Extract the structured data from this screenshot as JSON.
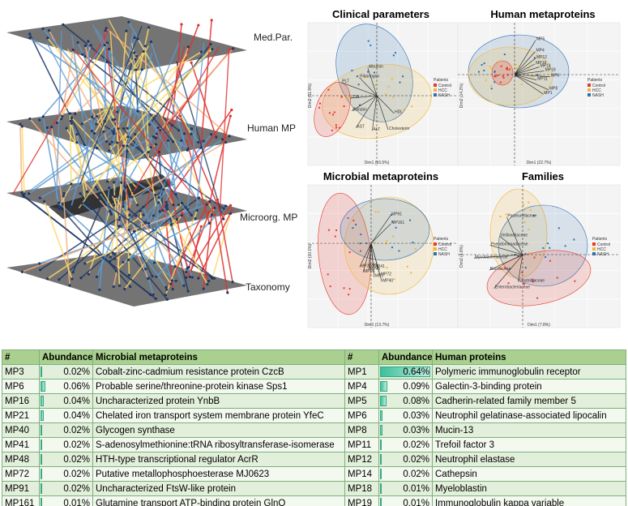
{
  "network": {
    "layers": [
      "Med.Par.",
      "Human MP",
      "Microorg. MP",
      "Taxonomy"
    ],
    "edge_colors": {
      "blue": "#5b9bd5",
      "yellow": "#ffd966",
      "orange": "#f4b183",
      "red": "#e0302e",
      "darkblue": "#1f3864"
    }
  },
  "chart_data": [
    {
      "type": "scatter",
      "title": "Clinical parameters",
      "xlabel": "Dim1 (16.5%)",
      "ylabel": "Dim2 (11.9%)",
      "legend_title": "Patients",
      "legend": [
        "Control",
        "HCC",
        "NASH"
      ],
      "colors": {
        "Control": "#e8392d",
        "HCC": "#f2b632",
        "NASH": "#2f6fb3"
      },
      "vectors": [
        "Albumin",
        "Fibrinogen",
        "PLT",
        "LDH",
        "Bilirubin",
        "AST",
        "ALT",
        "Cholesterin",
        "HDL"
      ]
    },
    {
      "type": "scatter",
      "title": "Human metaproteins",
      "xlabel": "Dim1 (22.7%)",
      "ylabel": "Dim2 (14.2%)",
      "legend_title": "Patients",
      "legend": [
        "Control",
        "HCC",
        "NASH"
      ],
      "colors": {
        "Control": "#e8392d",
        "HCC": "#f2b632",
        "NASH": "#2f6fb3"
      },
      "vectors": [
        "MP1",
        "MP8",
        "MP11",
        "MP6",
        "MP18",
        "MP14",
        "MP19",
        "MP12",
        "MP4",
        "MP5"
      ]
    },
    {
      "type": "scatter",
      "title": "Microbial metaproteins",
      "xlabel": "Dim1 (13.7%)",
      "ylabel": "Dim2 (10.1%)",
      "legend_title": "Patients",
      "legend": [
        "Control",
        "HCC",
        "NASH"
      ],
      "colors": {
        "Control": "#e8392d",
        "HCC": "#f2b632",
        "NASH": "#2f6fb3"
      },
      "vectors": [
        "MP72",
        "MP3",
        "MP6",
        "MP16",
        "MP21",
        "MP40",
        "MP41",
        "MP48",
        "MP91",
        "MP161"
      ]
    },
    {
      "type": "scatter",
      "title": "Families",
      "xlabel": "Dim1 (7.8%)",
      "ylabel": "Dim2 (4.8%)",
      "legend_title": "Patients",
      "legend": [
        "Control",
        "HCC",
        "NASH"
      ],
      "colors": {
        "Control": "#e8392d",
        "HCC": "#f2b632",
        "NASH": "#2f6fb3"
      },
      "vectors": [
        "Pasteurellaceae",
        "Veillonellaceae",
        "Pseudomonadaceae",
        "Mycobacteriaceae",
        "Bacillaceae",
        "Enterobacteriaceae",
        "Clostridiaceae"
      ]
    },
    {
      "type": "table",
      "columns": [
        "#",
        "Abundance",
        "Microbial metaproteins",
        "#",
        "Abundance",
        "Human proteins"
      ],
      "rows": [
        {
          "id1": "MP3",
          "ab1": "0.02%",
          "ab1_v": 0.02,
          "name1": "Cobalt-zinc-cadmium resistance protein CzcB",
          "id2": "MP1",
          "ab2": "0.64%",
          "ab2_v": 0.64,
          "name2": "Polymeric immunoglobulin receptor"
        },
        {
          "id1": "MP6",
          "ab1": "0.06%",
          "ab1_v": 0.06,
          "name1": "Probable serine/threonine-protein kinase Sps1",
          "id2": "MP4",
          "ab2": "0.09%",
          "ab2_v": 0.09,
          "name2": "Galectin-3-binding protein"
        },
        {
          "id1": "MP16",
          "ab1": "0.04%",
          "ab1_v": 0.04,
          "name1": "Uncharacterized protein YnbB",
          "id2": "MP5",
          "ab2": "0.08%",
          "ab2_v": 0.08,
          "name2": "Cadherin-related family member 5"
        },
        {
          "id1": "MP21",
          "ab1": "0.04%",
          "ab1_v": 0.04,
          "name1": "Chelated iron transport system membrane protein YfeC",
          "id2": "MP6",
          "ab2": "0.03%",
          "ab2_v": 0.03,
          "name2": "Neutrophil gelatinase-associated lipocalin"
        },
        {
          "id1": "MP40",
          "ab1": "0.02%",
          "ab1_v": 0.02,
          "name1": "Glycogen synthase",
          "id2": "MP8",
          "ab2": "0.03%",
          "ab2_v": 0.03,
          "name2": "Mucin-13"
        },
        {
          "id1": "MP41",
          "ab1": "0.02%",
          "ab1_v": 0.02,
          "name1": "S-adenosylmethionine:tRNA ribosyltransferase-isomerase",
          "id2": "MP11",
          "ab2": "0.02%",
          "ab2_v": 0.02,
          "name2": "Trefoil factor 3"
        },
        {
          "id1": "MP48",
          "ab1": "0.02%",
          "ab1_v": 0.02,
          "name1": "HTH-type transcriptional regulator AcrR",
          "id2": "MP12",
          "ab2": "0.02%",
          "ab2_v": 0.02,
          "name2": "Neutrophil elastase"
        },
        {
          "id1": "MP72",
          "ab1": "0.02%",
          "ab1_v": 0.02,
          "name1": "Putative metallophosphoesterase MJ0623",
          "id2": "MP14",
          "ab2": "0.02%",
          "ab2_v": 0.02,
          "name2": "Cathepsin"
        },
        {
          "id1": "MP91",
          "ab1": "0.02%",
          "ab1_v": 0.02,
          "name1": "Uncharacterized FtsW-like protein",
          "id2": "MP18",
          "ab2": "0.01%",
          "ab2_v": 0.01,
          "name2": "Myeloblastin"
        },
        {
          "id1": "MP161",
          "ab1": "0.01%",
          "ab1_v": 0.01,
          "name1": "Glutamine transport ATP-binding protein GlnQ",
          "id2": "MP19",
          "ab2": "0.01%",
          "ab2_v": 0.01,
          "name2": "Immunoglobulin kappa variable"
        }
      ]
    }
  ]
}
